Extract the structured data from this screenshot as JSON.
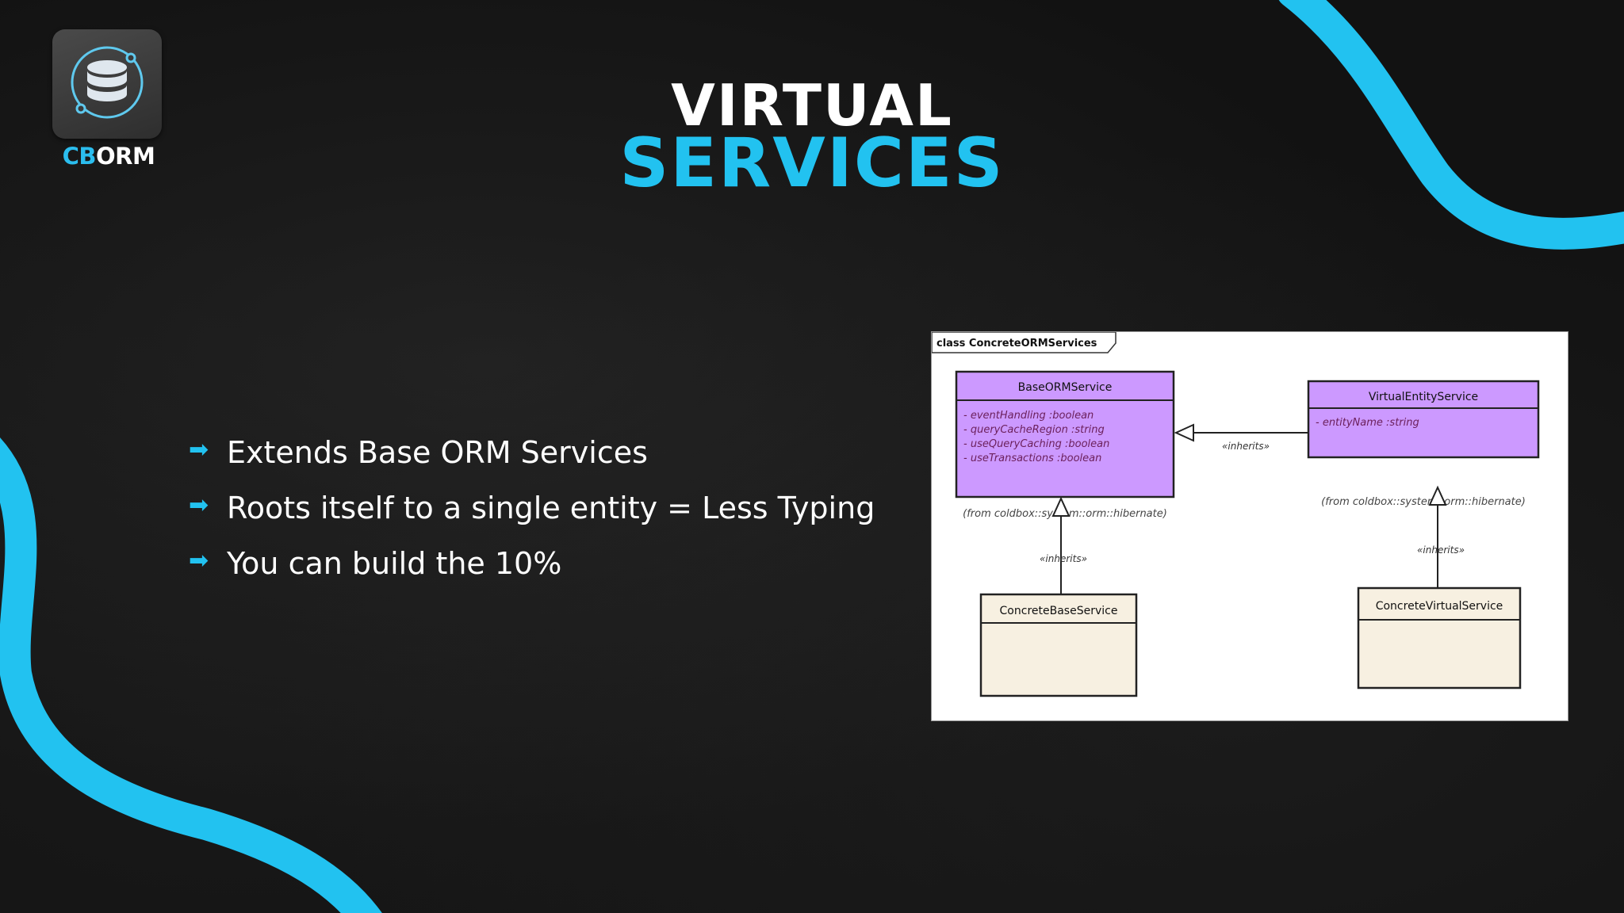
{
  "logo": {
    "brand_prefix": "CB",
    "brand_suffix": "ORM",
    "icon": "database-icon"
  },
  "title": {
    "line1": "VIRTUAL",
    "line2": "SERVICES"
  },
  "bullets": [
    {
      "icon": "arrow-right-icon",
      "glyph": "➡",
      "text": "Extends Base ORM Services"
    },
    {
      "icon": "arrow-right-icon",
      "glyph": "➡",
      "text": "Roots itself to a single entity = Less Typing"
    },
    {
      "icon": "arrow-right-icon",
      "glyph": "➡",
      "text": "You can build the 10%"
    }
  ],
  "diagram": {
    "frame_label": "class ConcreteORMServices",
    "base_service": {
      "name": "BaseORMService",
      "attributes": [
        "-   eventHandling  :boolean",
        "-   queryCacheRegion  :string",
        "-   useQueryCaching  :boolean",
        "-   useTransactions  :boolean"
      ],
      "from": "(from coldbox::system::orm::hibernate)"
    },
    "virtual_service": {
      "name": "VirtualEntityService",
      "attributes": [
        "-   entityName  :string"
      ],
      "from": "(from coldbox::system::orm::hibernate)"
    },
    "concrete_base": {
      "name": "ConcreteBaseService"
    },
    "concrete_virtual": {
      "name": "ConcreteVirtualService"
    },
    "inherits_label": "«inherits»"
  },
  "colors": {
    "accent": "#22c2f0",
    "background": "#121212",
    "uml_class_fill": "#cc99ff",
    "uml_concrete_fill": "#f7f0e1"
  }
}
